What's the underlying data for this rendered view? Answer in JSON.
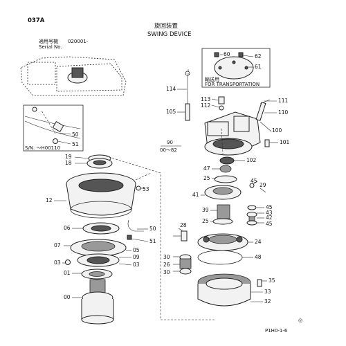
{
  "header": {
    "page_code": "037A",
    "title_jp": "旋回装置",
    "title_en": "SWING DEVICE",
    "serial_jp": "適用号機",
    "serial_value": "020001-",
    "serial_en": "Serial No."
  },
  "inset_left": {
    "serial_note": "S/N. ～H00110"
  },
  "inset_transport": {
    "note_jp": "輸送用",
    "note_en": "FOR TRANSPORTATION"
  },
  "torque_note": {
    "value": "90",
    "range": "00～82"
  },
  "footer": {
    "figure_code": "P1H0-1-6",
    "page_marker": "◎"
  },
  "callouts": {
    "c00": "00",
    "c01": "01",
    "c03": "03",
    "c05": "05",
    "c06": "06",
    "c07": "07",
    "c09": "09",
    "c12": "12",
    "c18": "18",
    "c19": "19",
    "c24": "24",
    "c25a": "25",
    "c25b": "25",
    "c26": "26",
    "c28": "28",
    "c29": "29",
    "c30a": "30",
    "c30b": "30",
    "c32": "32",
    "c33": "33",
    "c35": "35",
    "c39": "39",
    "c41": "41",
    "c42": "42",
    "c45": "45",
    "c45b": "45",
    "c45c": "45",
    "c47": "47",
    "c48": "48",
    "c50a": "50",
    "c50b": "50",
    "c51a": "51",
    "c51b": "51",
    "c53": "53",
    "c60": "60",
    "c61": "61",
    "c62": "62",
    "c100": "100",
    "c101": "101",
    "c102": "102",
    "c105": "105",
    "c110": "110",
    "c111": "111",
    "c112": "112",
    "c113": "113",
    "c114": "114"
  }
}
